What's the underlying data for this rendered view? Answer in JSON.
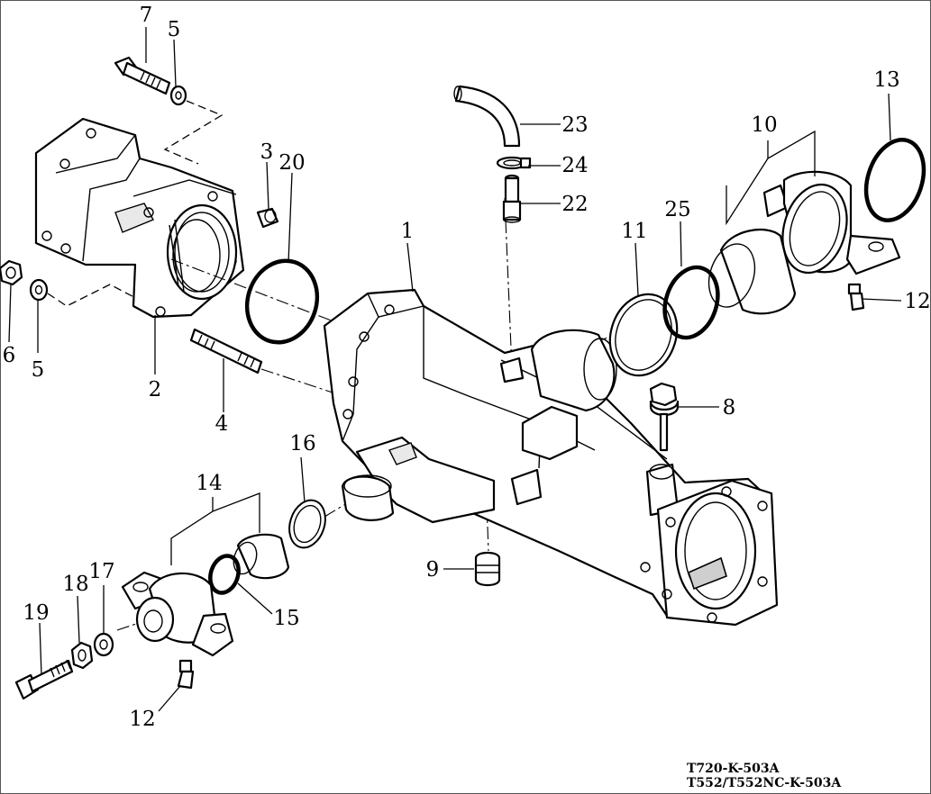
{
  "diagram": {
    "callouts": {
      "c1": "1",
      "c2": "2",
      "c3": "3",
      "c4": "4",
      "c5a": "5",
      "c5b": "5",
      "c6": "6",
      "c7": "7",
      "c8": "8",
      "c9": "9",
      "c10": "10",
      "c11": "11",
      "c12a": "12",
      "c12b": "12",
      "c13": "13",
      "c14": "14",
      "c15": "15",
      "c16": "16",
      "c17": "17",
      "c18": "18",
      "c19": "19",
      "c20": "20",
      "c22": "22",
      "c23": "23",
      "c24": "24",
      "c25": "25"
    },
    "reference_codes": [
      "T720-K-503A",
      "T552/T552NC-K-503A"
    ]
  }
}
